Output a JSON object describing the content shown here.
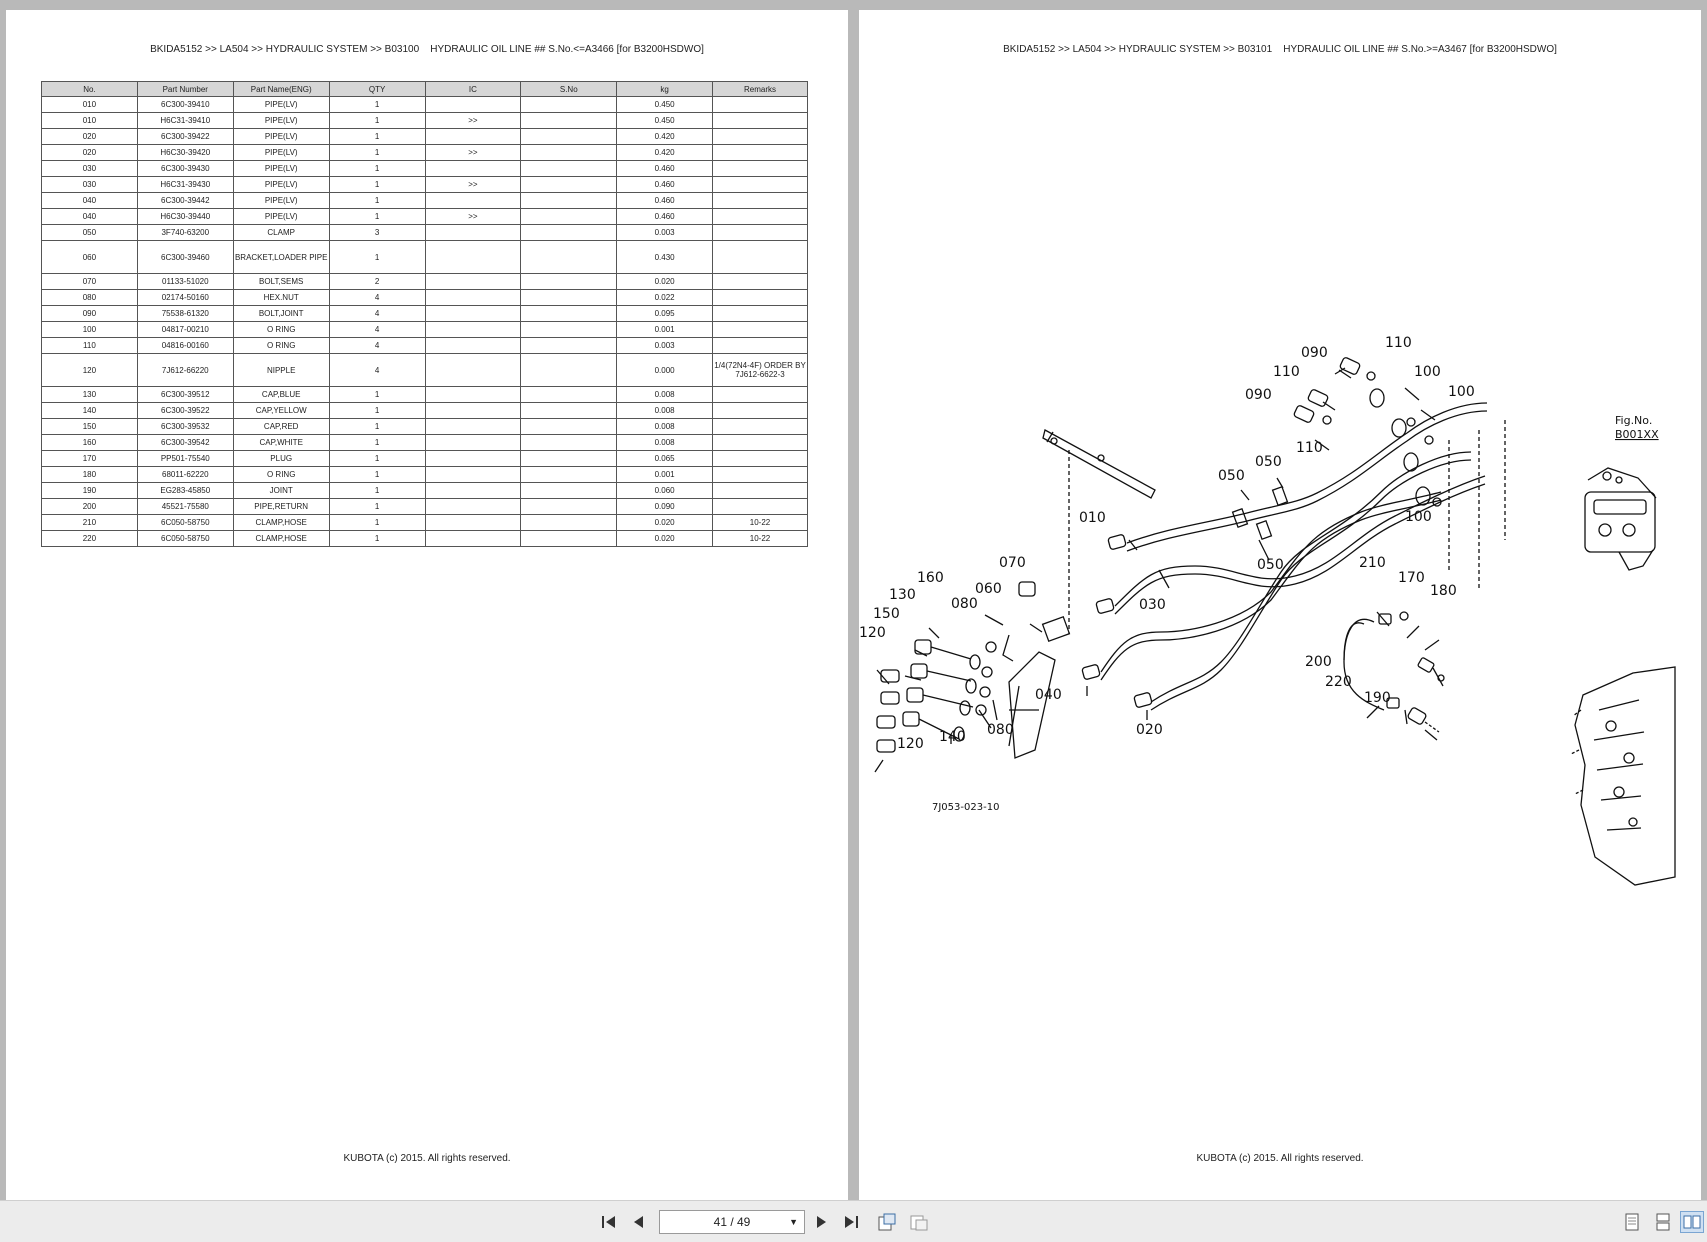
{
  "left_page": {
    "header": "BKIDA5152 >> LA504 >> HYDRAULIC SYSTEM >> B03100    HYDRAULIC OIL LINE ## S.No.<=A3466 [for B3200HSDWO]",
    "footer": "KUBOTA (c) 2015. All rights reserved.",
    "columns": [
      "No.",
      "Part Number",
      "Part Name(ENG)",
      "QTY",
      "IC",
      "S.No",
      "kg",
      "Remarks"
    ],
    "rows": [
      [
        "010",
        "6C300-39410",
        "PIPE(LV)",
        "1",
        "",
        "",
        "0.450",
        ""
      ],
      [
        "010",
        "H6C31-39410",
        "PIPE(LV)",
        "1",
        ">>",
        "",
        "0.450",
        ""
      ],
      [
        "020",
        "6C300-39422",
        "PIPE(LV)",
        "1",
        "",
        "",
        "0.420",
        ""
      ],
      [
        "020",
        "H6C30-39420",
        "PIPE(LV)",
        "1",
        ">>",
        "",
        "0.420",
        ""
      ],
      [
        "030",
        "6C300-39430",
        "PIPE(LV)",
        "1",
        "",
        "",
        "0.460",
        ""
      ],
      [
        "030",
        "H6C31-39430",
        "PIPE(LV)",
        "1",
        ">>",
        "",
        "0.460",
        ""
      ],
      [
        "040",
        "6C300-39442",
        "PIPE(LV)",
        "1",
        "",
        "",
        "0.460",
        ""
      ],
      [
        "040",
        "H6C30-39440",
        "PIPE(LV)",
        "1",
        ">>",
        "",
        "0.460",
        ""
      ],
      [
        "050",
        "3F740-63200",
        "CLAMP",
        "3",
        "",
        "",
        "0.003",
        ""
      ],
      [
        "060",
        "6C300-39460",
        "BRACKET,LOADER PIPE",
        "1",
        "",
        "",
        "0.430",
        ""
      ],
      [
        "070",
        "01133-51020",
        "BOLT,SEMS",
        "2",
        "",
        "",
        "0.020",
        ""
      ],
      [
        "080",
        "02174-50160",
        "HEX.NUT",
        "4",
        "",
        "",
        "0.022",
        ""
      ],
      [
        "090",
        "75538-61320",
        "BOLT,JOINT",
        "4",
        "",
        "",
        "0.095",
        ""
      ],
      [
        "100",
        "04817-00210",
        "O RING",
        "4",
        "",
        "",
        "0.001",
        ""
      ],
      [
        "110",
        "04816-00160",
        "O RING",
        "4",
        "",
        "",
        "0.003",
        ""
      ],
      [
        "120",
        "7J612-66220",
        "NIPPLE",
        "4",
        "",
        "",
        "0.000",
        "1/4(72N4-4F) ORDER BY 7J612-6622-3"
      ],
      [
        "130",
        "6C300-39512",
        "CAP,BLUE",
        "1",
        "",
        "",
        "0.008",
        ""
      ],
      [
        "140",
        "6C300-39522",
        "CAP,YELLOW",
        "1",
        "",
        "",
        "0.008",
        ""
      ],
      [
        "150",
        "6C300-39532",
        "CAP,RED",
        "1",
        "",
        "",
        "0.008",
        ""
      ],
      [
        "160",
        "6C300-39542",
        "CAP,WHITE",
        "1",
        "",
        "",
        "0.008",
        ""
      ],
      [
        "170",
        "PP501-75540",
        "PLUG",
        "1",
        "",
        "",
        "0.065",
        ""
      ],
      [
        "180",
        "68011-62220",
        "O RING",
        "1",
        "",
        "",
        "0.001",
        ""
      ],
      [
        "190",
        "EG283-45850",
        "JOINT",
        "1",
        "",
        "",
        "0.060",
        ""
      ],
      [
        "200",
        "45521-75580",
        "PIPE,RETURN",
        "1",
        "",
        "",
        "0.090",
        ""
      ],
      [
        "210",
        "6C050-58750",
        "CLAMP,HOSE",
        "1",
        "",
        "",
        "0.020",
        "10-22"
      ],
      [
        "220",
        "6C050-58750",
        "CLAMP,HOSE",
        "1",
        "",
        "",
        "0.020",
        "10-22"
      ]
    ]
  },
  "right_page": {
    "header": "BKIDA5152 >> LA504 >> HYDRAULIC SYSTEM >> B03101    HYDRAULIC OIL LINE ## S.No.>=A3467 [for B3200HSDWO]",
    "footer": "KUBOTA (c) 2015. All rights reserved.",
    "diagram": {
      "fig_label": "Fig.No.",
      "fig_number": "B001XX",
      "drawing_code": "7J053-023-10",
      "callouts": [
        "090",
        "110",
        "110",
        "100",
        "090",
        "100",
        "110",
        "050",
        "050",
        "100",
        "010",
        "050",
        "070",
        "060",
        "160",
        "130",
        "080",
        "030",
        "150",
        "120",
        "040",
        "020",
        "080",
        "140",
        "120",
        "210",
        "170",
        "180",
        "200",
        "220",
        "190"
      ]
    }
  },
  "toolbar": {
    "page_indicator": "41 / 49",
    "icons": [
      "first-page-icon",
      "previous-page-icon",
      "next-page-icon",
      "last-page-icon",
      "fit-page-icon",
      "fit-width-icon",
      "single-page-view-icon",
      "continuous-view-icon",
      "two-page-view-icon"
    ]
  }
}
